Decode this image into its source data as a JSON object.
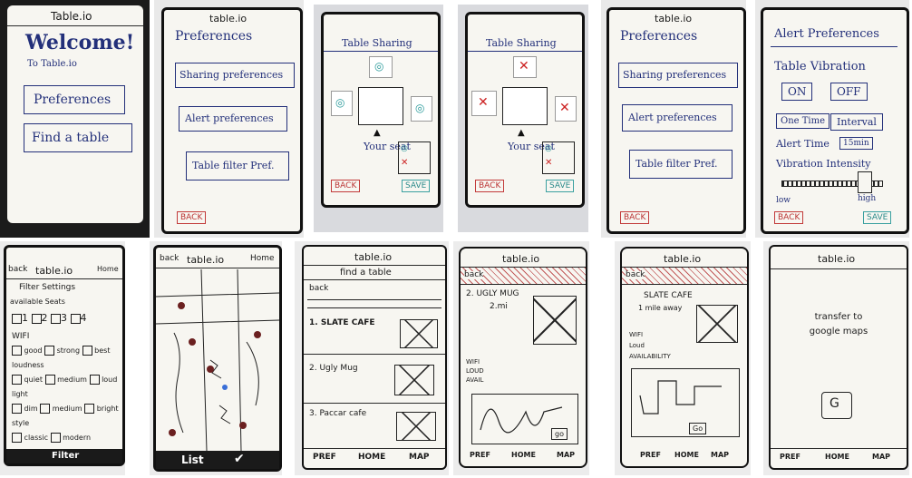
{
  "frames": {
    "welcome": {
      "title": "Table.io",
      "heading": "Welcome!",
      "subheading": "To Table.io",
      "buttons": [
        "Preferences",
        "Find a table"
      ]
    },
    "preferences_1": {
      "title": "table.io",
      "heading": "Preferences",
      "buttons": [
        "Sharing preferences",
        "Alert preferences",
        "Table filter Pref."
      ],
      "back": "BACK"
    },
    "sharing_1": {
      "heading": "Table Sharing",
      "your_seat": "Your seat",
      "back": "BACK",
      "save": "SAVE"
    },
    "sharing_2": {
      "heading": "Table Sharing",
      "your_seat": "Your seat",
      "back": "BACK",
      "save": "SAVE"
    },
    "preferences_2": {
      "title": "table.io",
      "heading": "Preferences",
      "buttons": [
        "Sharing preferences",
        "Alert preferences",
        "Table filter Pref."
      ],
      "back": "BACK"
    },
    "alert": {
      "heading": "Alert Preferences",
      "vibration_label": "Table Vibration",
      "on": "ON",
      "off": "OFF",
      "one_time": "One Time",
      "interval": "Interval",
      "alert_time": "Alert Time",
      "alert_time_value": "15min",
      "intensity": "Vibration Intensity",
      "low": "low",
      "high": "high",
      "back": "BACK",
      "save": "SAVE"
    },
    "filter": {
      "back": "back",
      "title": "table.io",
      "home": "Home",
      "settings": "Filter Settings",
      "seats_label": "available Seats",
      "seats": [
        "1",
        "2",
        "3",
        "4"
      ],
      "wifi": "WIFI",
      "wifi_opts": [
        "good",
        "strong",
        "best"
      ],
      "loudness": "loudness",
      "loud_opts": [
        "quiet",
        "medium",
        "loud"
      ],
      "light": "light",
      "light_opts": [
        "dim",
        "medium",
        "bright"
      ],
      "style": "style",
      "style_opts": [
        "classic",
        "modern"
      ],
      "footer": "Filter"
    },
    "map": {
      "back": "back",
      "title": "table.io",
      "home": "Home",
      "footer": "List"
    },
    "find": {
      "title": "table.io",
      "heading": "find a table",
      "back": "back",
      "items": [
        "1. SLATE CAFE",
        "2. Ugly Mug",
        "3. Paccar cafe"
      ],
      "nav": [
        "PREF",
        "HOME",
        "MAP"
      ]
    },
    "detail_1": {
      "title": "table.io",
      "back": "back",
      "name": "2. UGLY MUG",
      "distance": "2.mi",
      "attrs": [
        "WIFI",
        "LOUD",
        "AVAIL"
      ],
      "go": "go",
      "nav": [
        "PREF",
        "HOME",
        "MAP"
      ]
    },
    "detail_2": {
      "title": "table.io",
      "back": "back",
      "name": "SLATE CAFE",
      "distance": "1 mile away",
      "attrs": [
        "WIFI",
        "Loud",
        "AVAILABILITY"
      ],
      "go": "Go",
      "nav": [
        "PREF",
        "HOME",
        "MAP"
      ]
    },
    "transfer": {
      "title": "table.io",
      "message": "transfer to google maps",
      "nav": [
        "PREF",
        "HOME",
        "MAP"
      ]
    }
  }
}
